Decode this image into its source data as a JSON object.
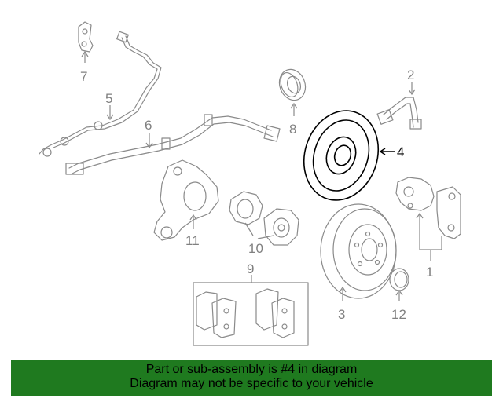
{
  "callouts": {
    "c1": "1",
    "c2": "2",
    "c3": "3",
    "c4": "4",
    "c5": "5",
    "c6": "6",
    "c7": "7",
    "c8": "8",
    "c9": "9",
    "c10": "10",
    "c11": "11",
    "c12": "12"
  },
  "highlighted_part": "4",
  "colors": {
    "banner_bg": "#1f7a1f",
    "highlight": "#000000",
    "parts": "#8a8a8a"
  },
  "banner": {
    "line1": "Part or sub-assembly is #4 in diagram",
    "line2": "Diagram may not be specific to your vehicle"
  }
}
